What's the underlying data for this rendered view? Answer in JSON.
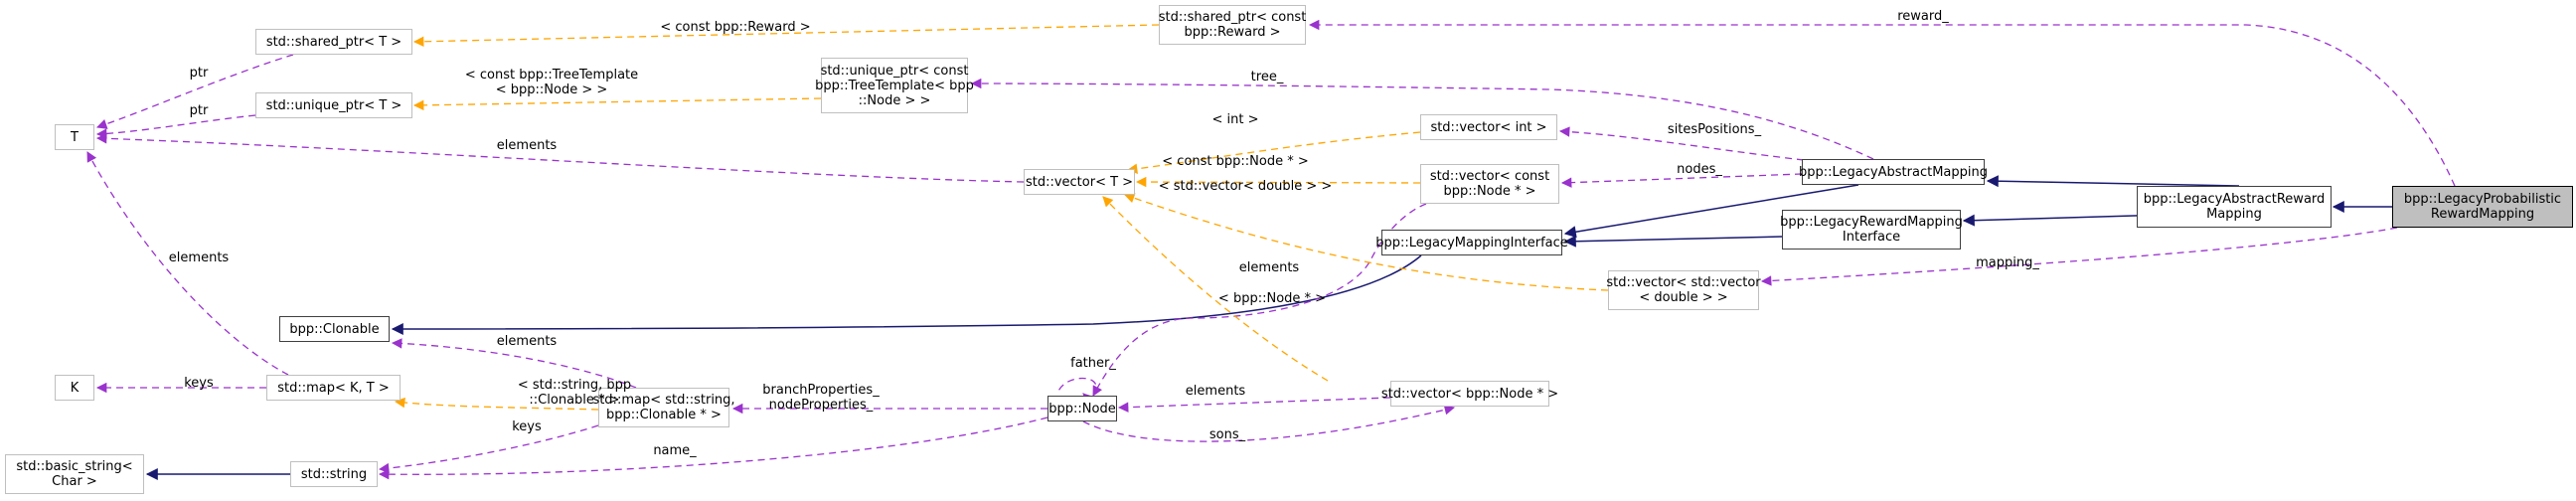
{
  "diagram": {
    "type": "doxygen-collaboration-graph",
    "title": "bpp::LegacyProbabilisticRewardMapping",
    "colors": {
      "inheritance_edge": "#191970",
      "usage_edge": "#9a32cd",
      "template_edge": "#ffa500",
      "focus_fill": "#bfbfbf",
      "undocumented_border": "#bfbfbf",
      "documented_border": "#404040"
    },
    "nodes": [
      {
        "id": "focus",
        "label": "bpp::LegacyProbabilistic\nRewardMapping",
        "kind": "focus"
      },
      {
        "id": "absReward",
        "label": "bpp::LegacyAbstractReward\nMapping",
        "kind": "documented"
      },
      {
        "id": "absMapping",
        "label": "bpp::LegacyAbstractMapping",
        "kind": "documented"
      },
      {
        "id": "rewardIface",
        "label": "bpp::LegacyRewardMapping\nInterface",
        "kind": "documented"
      },
      {
        "id": "mapIface",
        "label": "bpp::LegacyMappingInterface",
        "kind": "documented"
      },
      {
        "id": "clonable",
        "label": "bpp::Clonable",
        "kind": "documented"
      },
      {
        "id": "node",
        "label": "bpp::Node",
        "kind": "documented"
      },
      {
        "id": "sharedReward",
        "label": "std::shared_ptr< const\nbpp::Reward >",
        "kind": "external"
      },
      {
        "id": "sharedT",
        "label": "std::shared_ptr< T >",
        "kind": "external"
      },
      {
        "id": "uniqueTree",
        "label": "std::unique_ptr< const\nbpp::TreeTemplate< bpp\n::Node > >",
        "kind": "external"
      },
      {
        "id": "uniqueT",
        "label": "std::unique_ptr< T >",
        "kind": "external"
      },
      {
        "id": "T",
        "label": "T",
        "kind": "external"
      },
      {
        "id": "vecInt",
        "label": "std::vector< int >",
        "kind": "external"
      },
      {
        "id": "vecT",
        "label": "std::vector< T >",
        "kind": "external"
      },
      {
        "id": "vecConstNode",
        "label": "std::vector< const\nbpp::Node * >",
        "kind": "external"
      },
      {
        "id": "vecVecDouble",
        "label": "std::vector< std::vector\n< double > >",
        "kind": "external"
      },
      {
        "id": "K",
        "label": "K",
        "kind": "external"
      },
      {
        "id": "mapKT",
        "label": "std::map< K, T >",
        "kind": "external"
      },
      {
        "id": "mapStrClon",
        "label": "std::map< std::string,\nbpp::Clonable * >",
        "kind": "external"
      },
      {
        "id": "vecNodePtr",
        "label": "std::vector< bpp::Node * >",
        "kind": "external"
      },
      {
        "id": "basicString",
        "label": "std::basic_string<\nChar >",
        "kind": "external"
      },
      {
        "id": "string",
        "label": "std::string",
        "kind": "external"
      }
    ],
    "edges": [
      {
        "from": "focus",
        "to": "absReward",
        "kind": "inheritance",
        "label": ""
      },
      {
        "from": "absReward",
        "to": "absMapping",
        "kind": "inheritance",
        "label": ""
      },
      {
        "from": "absReward",
        "to": "rewardIface",
        "kind": "inheritance",
        "label": ""
      },
      {
        "from": "absMapping",
        "to": "mapIface",
        "kind": "inheritance",
        "label": ""
      },
      {
        "from": "rewardIface",
        "to": "mapIface",
        "kind": "inheritance",
        "label": ""
      },
      {
        "from": "mapIface",
        "to": "clonable",
        "kind": "inheritance",
        "label": ""
      },
      {
        "from": "string",
        "to": "basicString",
        "kind": "inheritance",
        "label": ""
      },
      {
        "from": "focus",
        "to": "sharedReward",
        "kind": "usage",
        "label": "reward_"
      },
      {
        "from": "focus",
        "to": "vecVecDouble",
        "kind": "usage",
        "label": "mapping_"
      },
      {
        "from": "absMapping",
        "to": "uniqueTree",
        "kind": "usage",
        "label": "tree_"
      },
      {
        "from": "absMapping",
        "to": "vecInt",
        "kind": "usage",
        "label": "sitesPositions_"
      },
      {
        "from": "absMapping",
        "to": "vecConstNode",
        "kind": "usage",
        "label": "nodes_"
      },
      {
        "from": "vecConstNode",
        "to": "node",
        "kind": "usage",
        "label": "elements"
      },
      {
        "from": "sharedT",
        "to": "T",
        "kind": "usage",
        "label": "ptr"
      },
      {
        "from": "uniqueT",
        "to": "T",
        "kind": "usage",
        "label": "ptr"
      },
      {
        "from": "vecT",
        "to": "T",
        "kind": "usage",
        "label": "elements"
      },
      {
        "from": "mapKT",
        "to": "T",
        "kind": "usage",
        "label": "elements"
      },
      {
        "from": "mapKT",
        "to": "K",
        "kind": "usage",
        "label": "keys"
      },
      {
        "from": "mapStrClon",
        "to": "clonable",
        "kind": "usage",
        "label": "elements"
      },
      {
        "from": "mapStrClon",
        "to": "string",
        "kind": "usage",
        "label": "keys"
      },
      {
        "from": "node",
        "to": "mapStrClon",
        "kind": "usage",
        "label": "branchProperties_\nnodeProperties_"
      },
      {
        "from": "node",
        "to": "string",
        "kind": "usage",
        "label": "name_"
      },
      {
        "from": "node",
        "to": "node",
        "kind": "usage",
        "label": "father_"
      },
      {
        "from": "node",
        "to": "vecNodePtr",
        "kind": "usage",
        "label": "sons_"
      },
      {
        "from": "vecNodePtr",
        "to": "node",
        "kind": "usage",
        "label": "elements"
      },
      {
        "from": "sharedReward",
        "to": "sharedT",
        "kind": "template",
        "label": "< const bpp::Reward >"
      },
      {
        "from": "uniqueTree",
        "to": "uniqueT",
        "kind": "template",
        "label": "< const bpp::TreeTemplate\n< bpp::Node > >"
      },
      {
        "from": "vecInt",
        "to": "vecT",
        "kind": "template",
        "label": "< int >"
      },
      {
        "from": "vecConstNode",
        "to": "vecT",
        "kind": "template",
        "label": "< const bpp::Node * >"
      },
      {
        "from": "vecVecDouble",
        "to": "vecT",
        "kind": "template",
        "label": "< std::vector< double > >"
      },
      {
        "from": "vecNodePtr",
        "to": "vecT",
        "kind": "template",
        "label": "< bpp::Node * >"
      },
      {
        "from": "mapStrClon",
        "to": "mapKT",
        "kind": "template",
        "label": "< std::string, bpp\n::Clonable * >"
      }
    ]
  }
}
